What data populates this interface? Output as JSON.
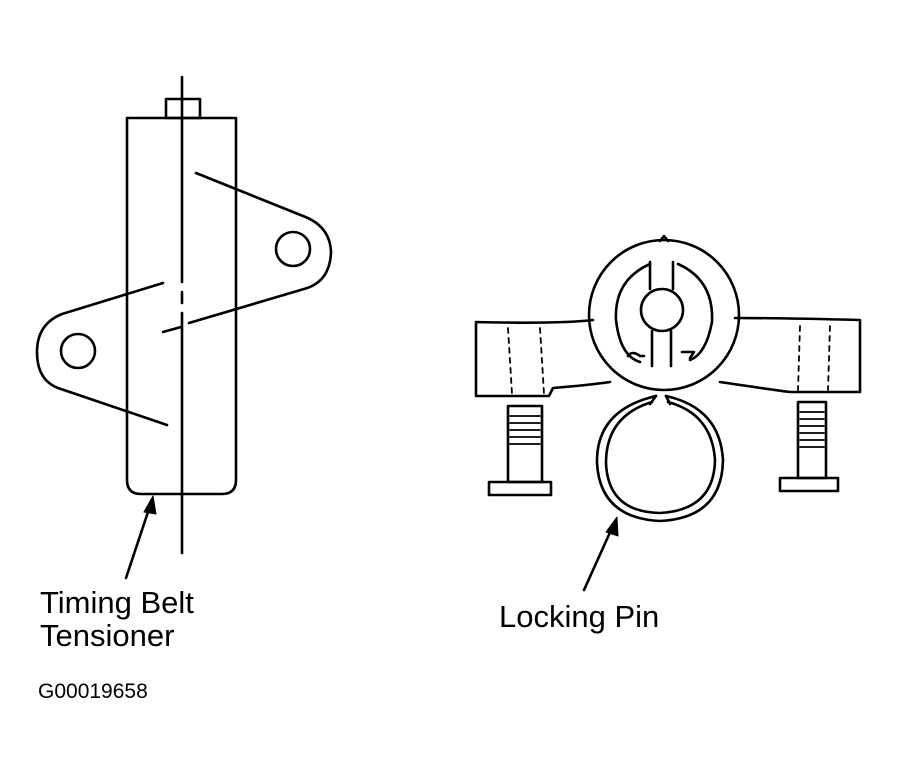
{
  "labels": {
    "tensioner_line1": "Timing Belt",
    "tensioner_line2": "Tensioner",
    "locking_pin": "Locking Pin"
  },
  "figure_code": "G00019658",
  "colors": {
    "ink": "#000000",
    "paper": "#ffffff"
  }
}
